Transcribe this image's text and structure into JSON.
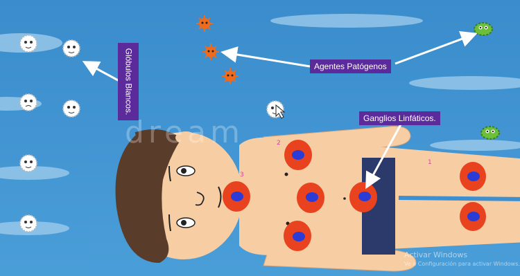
{
  "labels": {
    "white_cells": "Glóbulos Blancos.",
    "pathogens": "Agentes Patógenos",
    "lymph_nodes": "Ganglios Linfáticos."
  },
  "watermark": {
    "stock": "dream",
    "windows_line1": "Activar Windows",
    "windows_line2": "Ve a Configuración para activar Windows."
  },
  "node_numbers": [
    "2",
    "3",
    "1"
  ],
  "colors": {
    "sky": "#3e8fd0",
    "label_bg": "#5b2a9b",
    "lymph_node": "#e8421e",
    "lymph_core": "#2a3bd6",
    "skin": "#f7cda3",
    "hair": "#5a3c2a",
    "shorts": "#2b3a6b",
    "pathogen_orange": "#f06a1c",
    "pathogen_green": "#6cbf3a"
  },
  "icons": [
    "white-blood-cell-icon",
    "virus-icon",
    "bacteria-icon",
    "mouse-cursor-icon"
  ]
}
